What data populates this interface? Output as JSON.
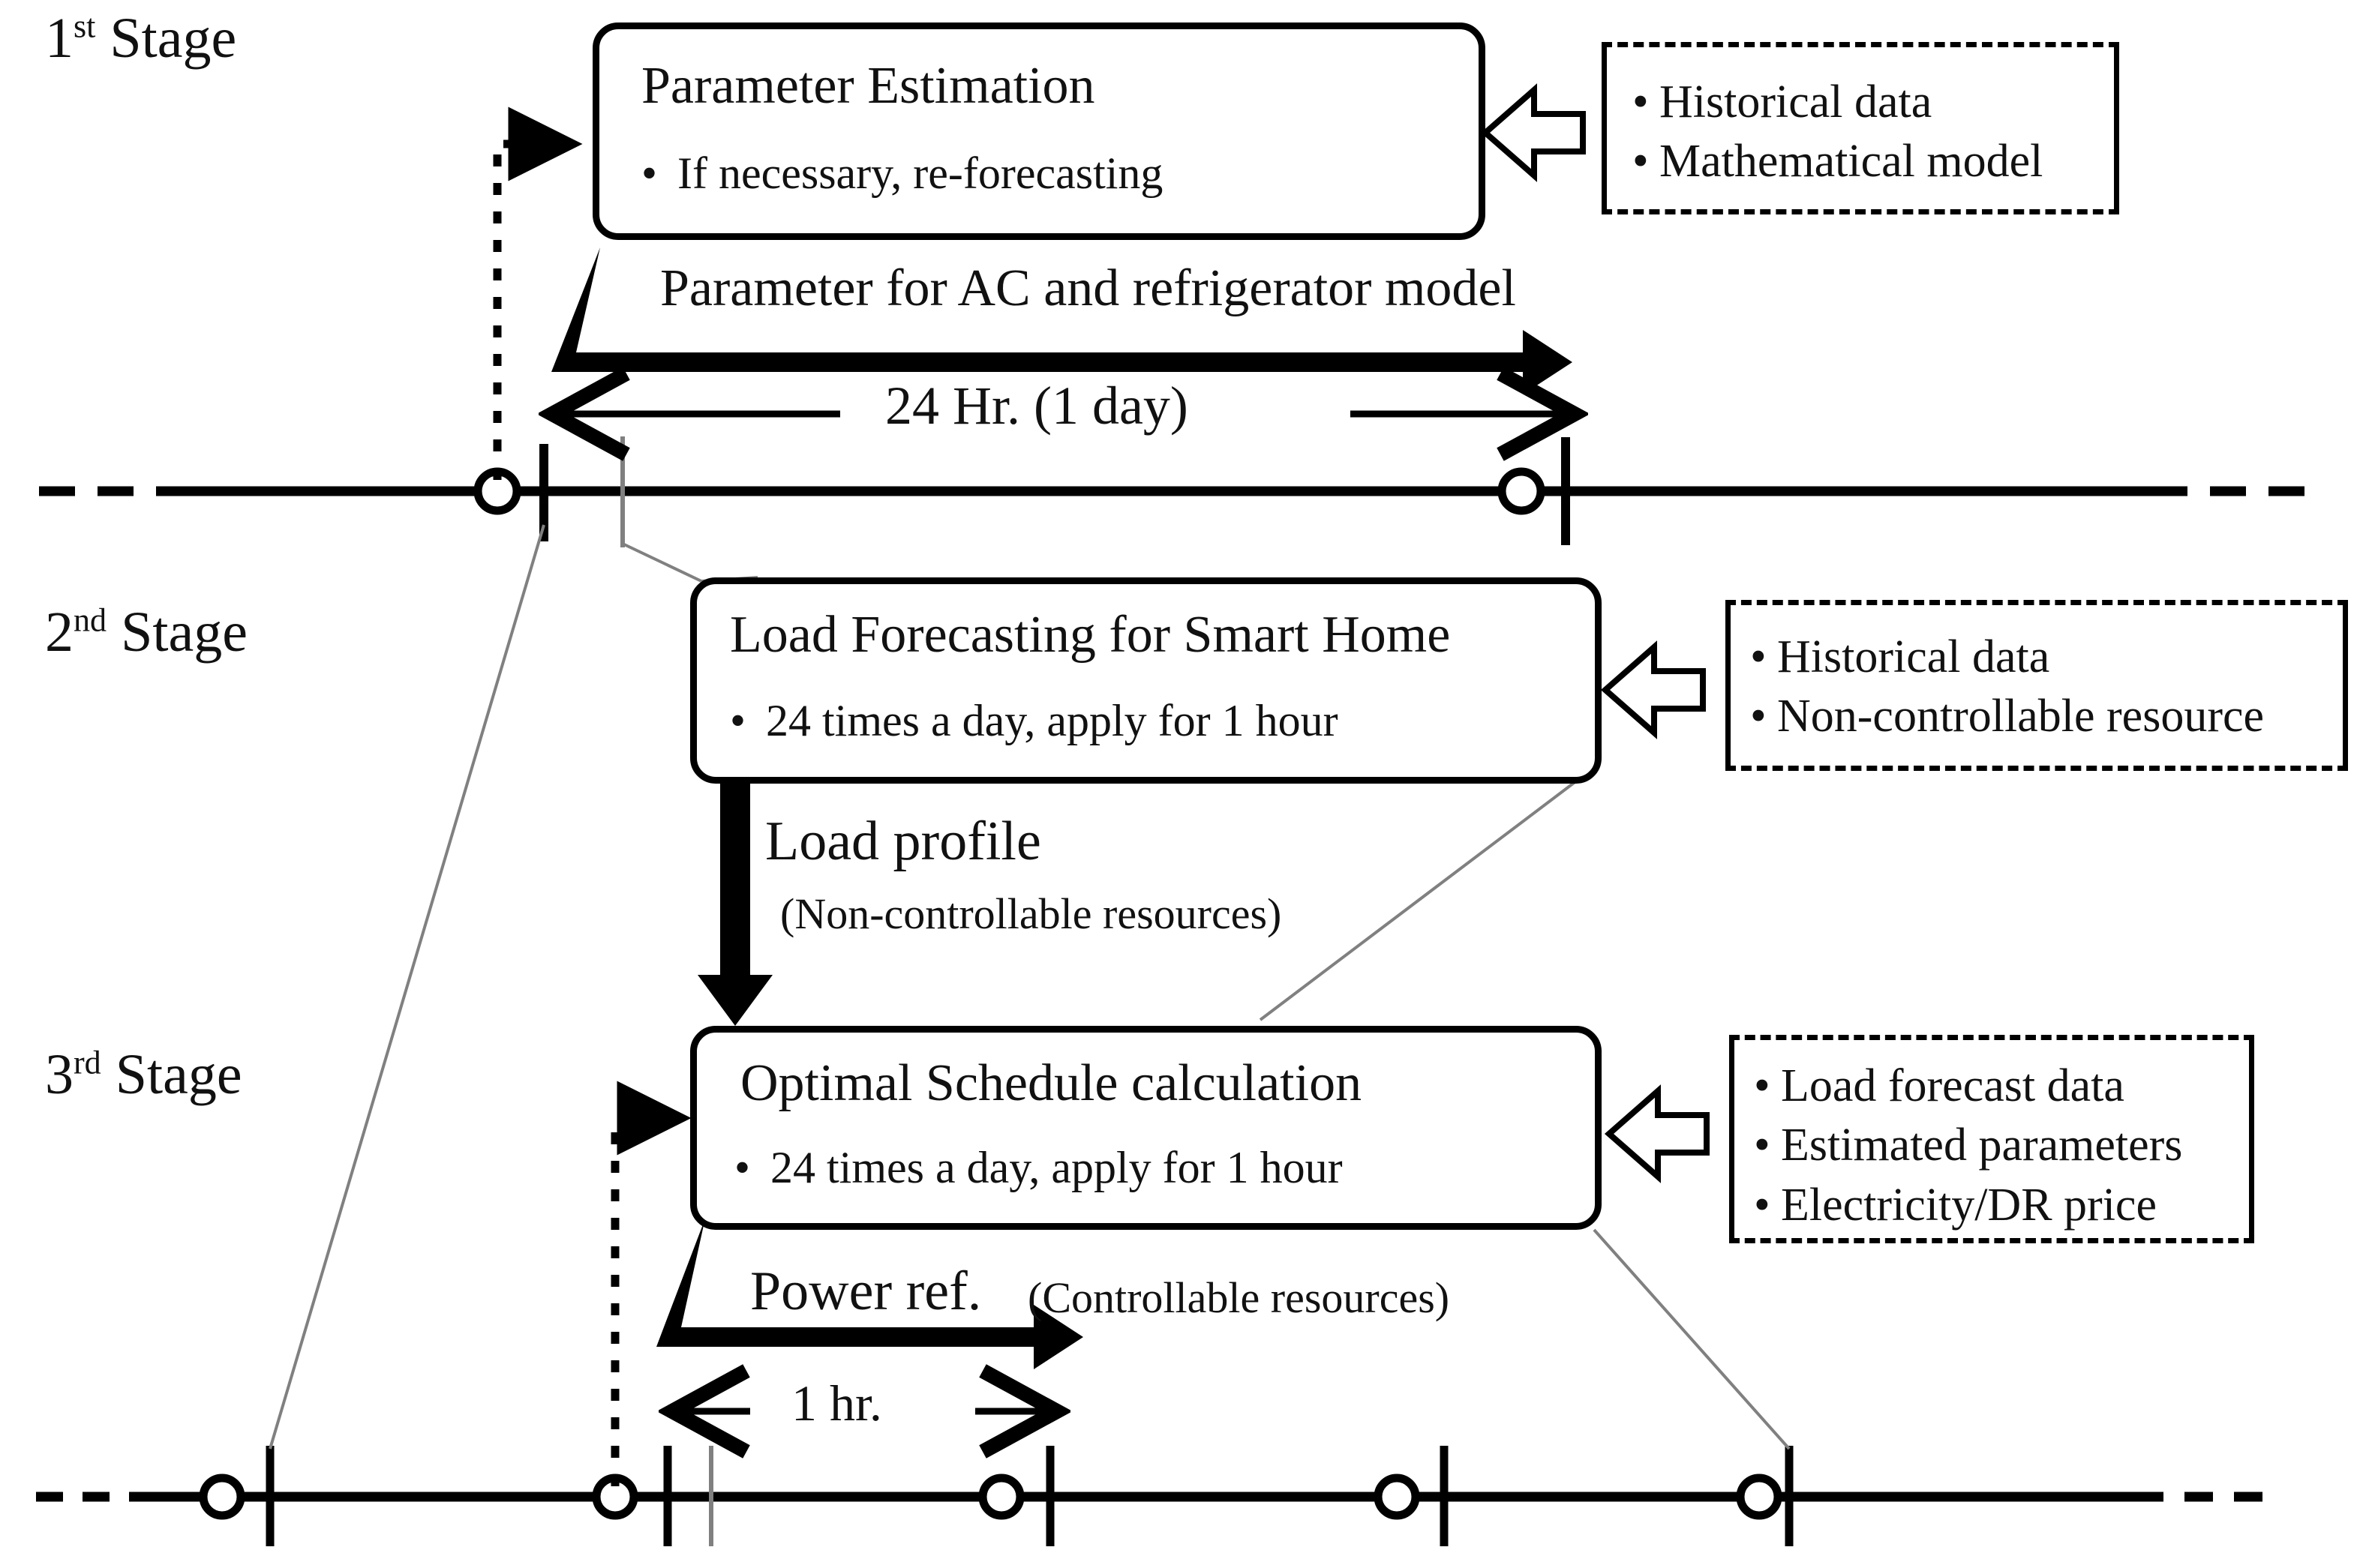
{
  "diagram": {
    "title": "Three-stage smart-home scheduling flow",
    "colors": {
      "stroke": "#000000",
      "hairline": "#808080",
      "background": "#ffffff"
    }
  },
  "stages": [
    {
      "ordinal": "1",
      "suffix": "st",
      "label": "Stage"
    },
    {
      "ordinal": "2",
      "suffix": "nd",
      "label": "Stage"
    },
    {
      "ordinal": "3",
      "suffix": "rd",
      "label": "Stage"
    }
  ],
  "boxes": [
    {
      "title": "Parameter Estimation",
      "bullet": "If necessary, re-forecasting"
    },
    {
      "title": "Load Forecasting for Smart Home",
      "bullet": "24 times a day, apply for 1 hour"
    },
    {
      "title": "Optimal Schedule calculation",
      "bullet": "24 times a day, apply for 1 hour"
    }
  ],
  "callouts": [
    {
      "items": [
        "Historical data",
        "Mathematical model"
      ]
    },
    {
      "items": [
        "Historical data",
        "Non-controllable resource"
      ]
    },
    {
      "items": [
        "Load forecast data",
        "Estimated parameters",
        "Electricity/DR price"
      ]
    }
  ],
  "flow_labels": {
    "stage1_output": "Parameter for AC and refrigerator model",
    "stage2_output_main": "Load profile",
    "stage2_output_sub": "(Non-controllable resources)",
    "stage3_output_main": "Power ref.",
    "stage3_output_sub": "(Controllable resources)"
  },
  "timeline": {
    "top_span_label": "24 Hr. (1 day)",
    "bottom_span_label": "1 hr.",
    "top_markers": 2,
    "bottom_markers": 5
  }
}
